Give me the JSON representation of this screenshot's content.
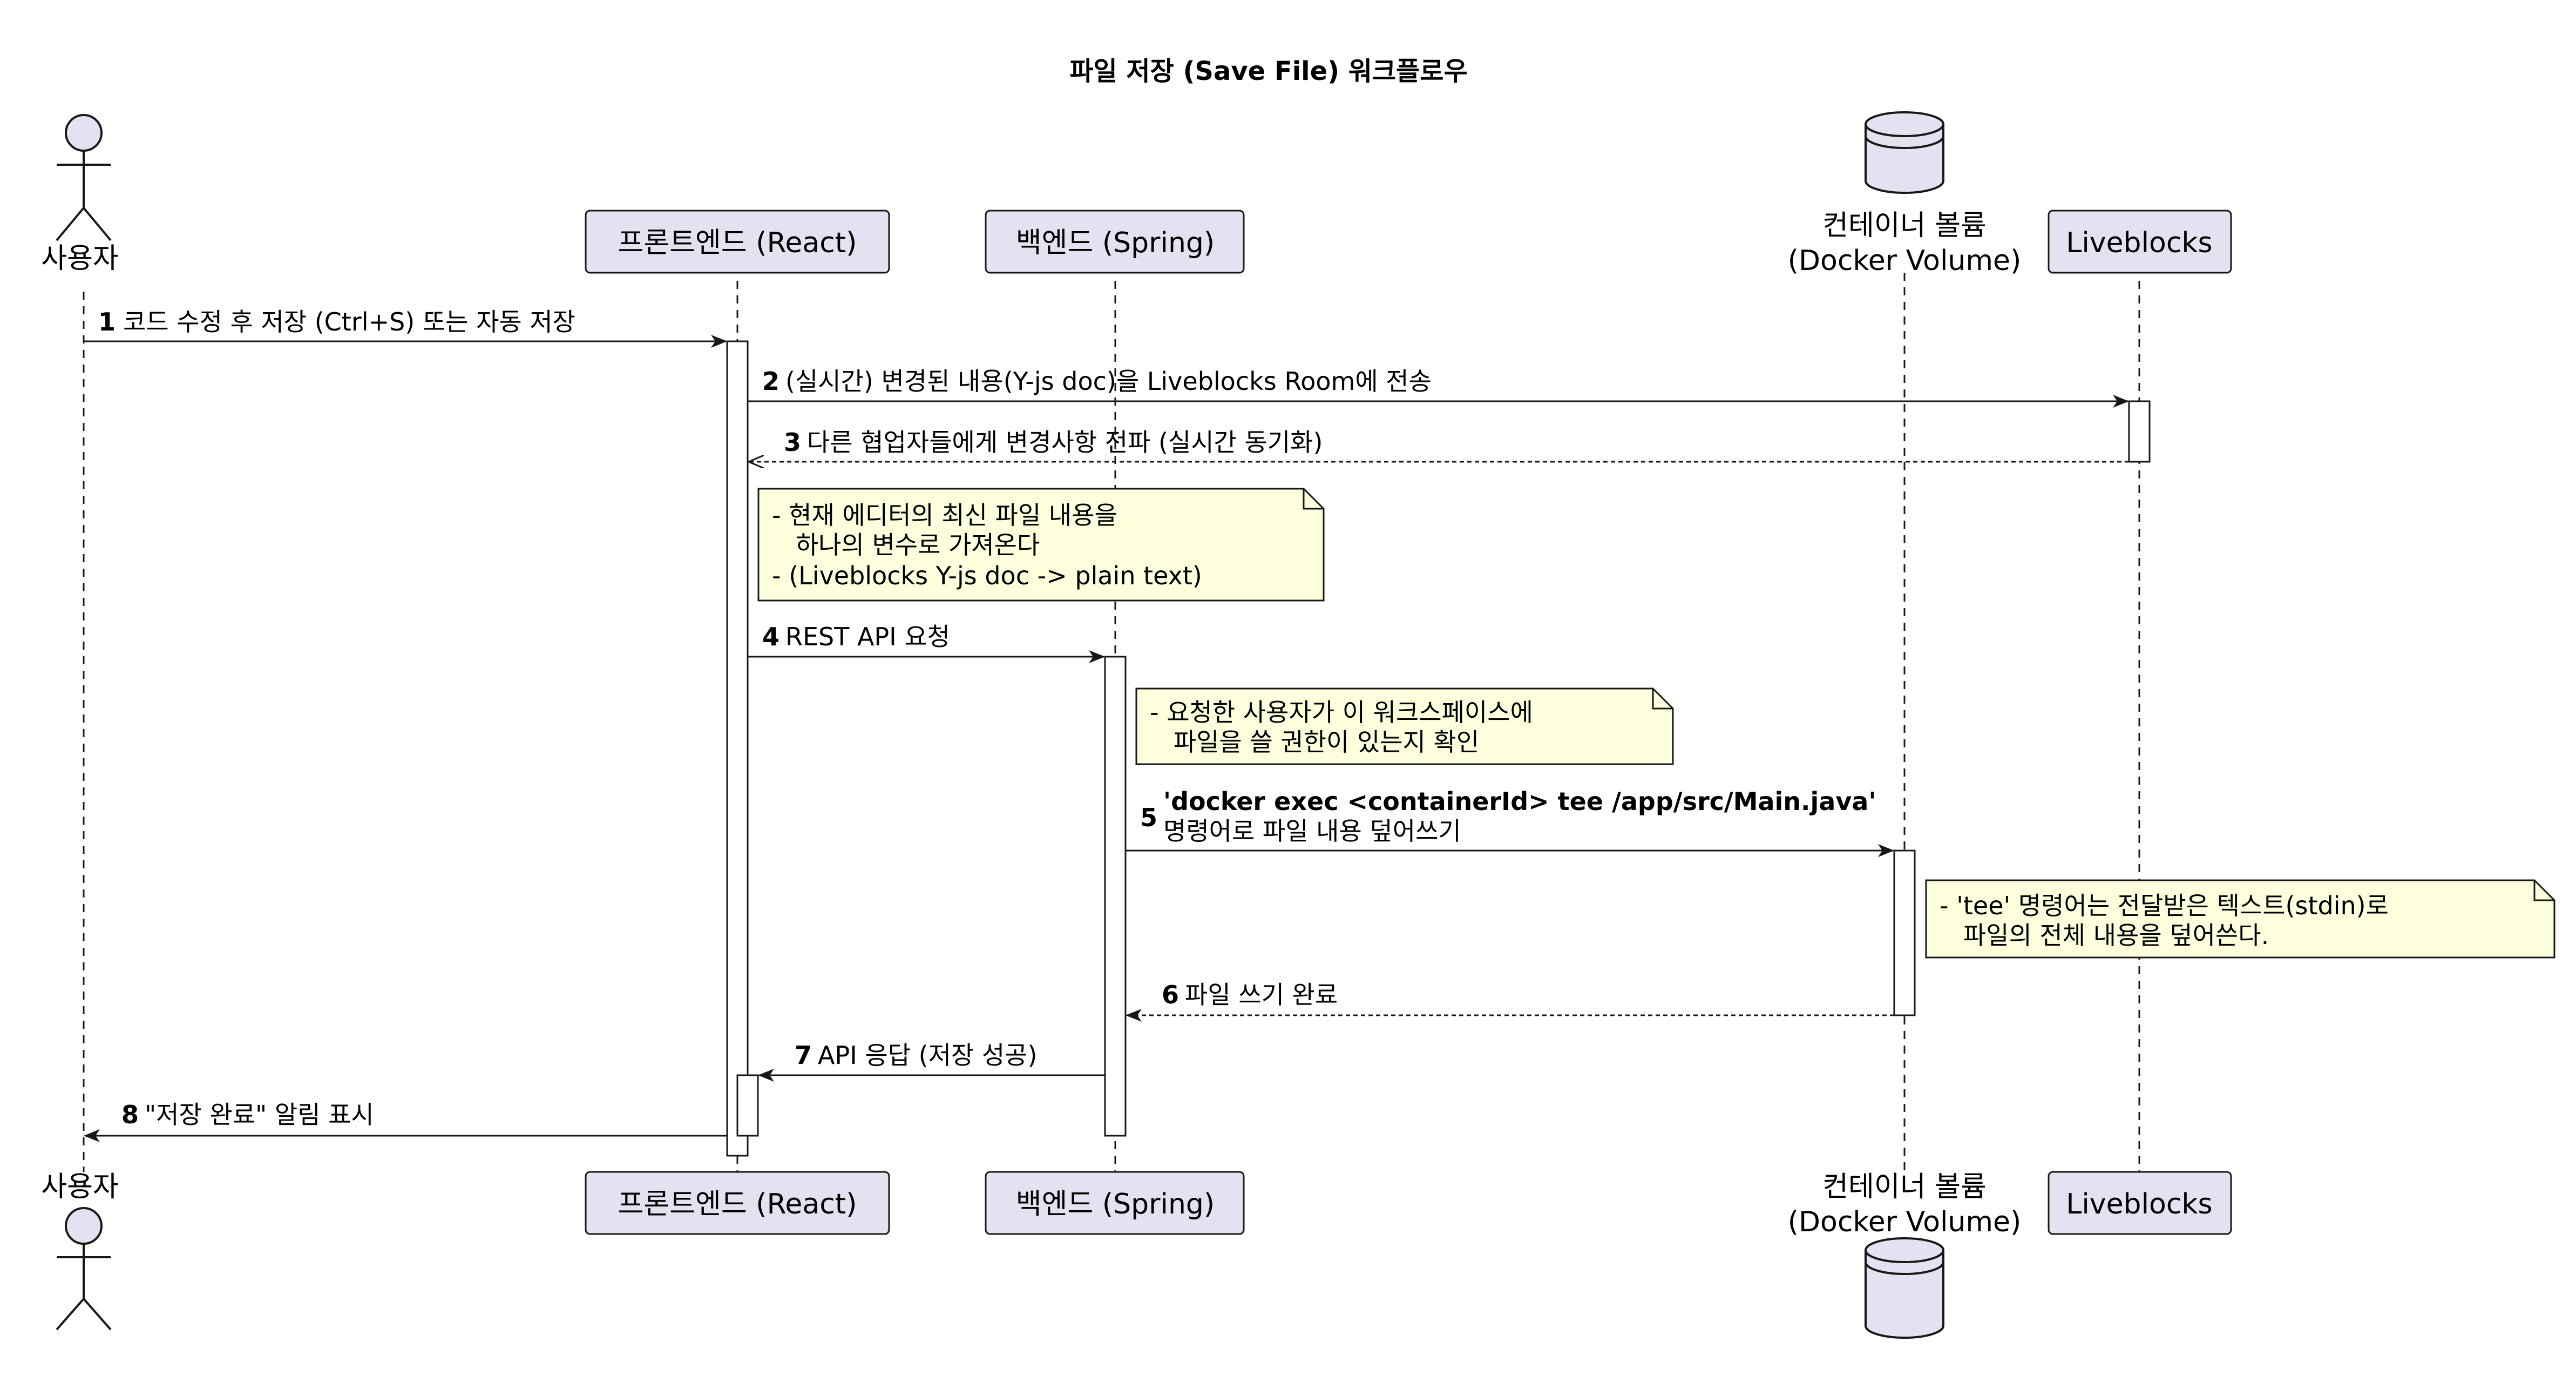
{
  "title": "파일 저장 (Save File) 워크플로우",
  "colors": {
    "participant_fill": "#E2E2F0",
    "participant_stroke": "#181818",
    "note_fill": "#FEFFDD",
    "note_stroke": "#181818",
    "lifeline": "#181818",
    "activation_fill": "#FFFFFF"
  },
  "participants": [
    {
      "id": "user",
      "kind": "actor",
      "label": "사용자"
    },
    {
      "id": "frontend",
      "kind": "box",
      "label": "프론트엔드 (React)"
    },
    {
      "id": "backend",
      "kind": "box",
      "label": "백엔드 (Spring)"
    },
    {
      "id": "volume",
      "kind": "database",
      "label_lines": [
        "컨테이너 볼륨",
        "(Docker Volume)"
      ]
    },
    {
      "id": "liveblocks",
      "kind": "box",
      "label": "Liveblocks"
    }
  ],
  "messages": [
    {
      "number": "1",
      "from": "user",
      "to": "frontend",
      "dashed": false,
      "lines": [
        "코드 수정 후 저장 (Ctrl+S) 또는 자동 저장"
      ]
    },
    {
      "number": "2",
      "from": "frontend",
      "to": "liveblocks",
      "dashed": false,
      "lines": [
        "(실시간) 변경된 내용(Y-js doc)을 Liveblocks Room에 전송"
      ]
    },
    {
      "number": "3",
      "from": "liveblocks",
      "to": "frontend",
      "dashed": true,
      "lines": [
        "다른 협업자들에게 변경사항 전파 (실시간 동기화)"
      ]
    },
    {
      "number": "4",
      "from": "frontend",
      "to": "backend",
      "dashed": false,
      "lines": [
        "REST API 요청"
      ]
    },
    {
      "number": "5",
      "from": "backend",
      "to": "volume",
      "dashed": false,
      "lines": [
        "'docker exec <containerId> tee /app/src/Main.java'",
        "명령어로 파일 내용 덮어쓰기"
      ]
    },
    {
      "number": "6",
      "from": "volume",
      "to": "backend",
      "dashed": true,
      "lines": [
        "파일 쓰기 완료"
      ]
    },
    {
      "number": "7",
      "from": "backend",
      "to": "frontend",
      "dashed": false,
      "lines": [
        "API 응답 (저장 성공)"
      ]
    },
    {
      "number": "8",
      "from": "frontend",
      "to": "user",
      "dashed": false,
      "lines": [
        "\"저장 완료\" 알림 표시"
      ]
    }
  ],
  "notes": [
    {
      "lines": [
        "- 현재 에디터의 최신 파일 내용을",
        "   하나의 변수로 가져온다",
        "- (Liveblocks Y-js doc -> plain text)"
      ]
    },
    {
      "lines": [
        "- 요청한 사용자가 이 워크스페이스에",
        "   파일을 쓸 권한이 있는지 확인"
      ]
    },
    {
      "lines": [
        "- 'tee' 명령어는 전달받은 텍스트(stdin)로",
        "   파일의 전체 내용을 덮어쓴다."
      ]
    }
  ]
}
